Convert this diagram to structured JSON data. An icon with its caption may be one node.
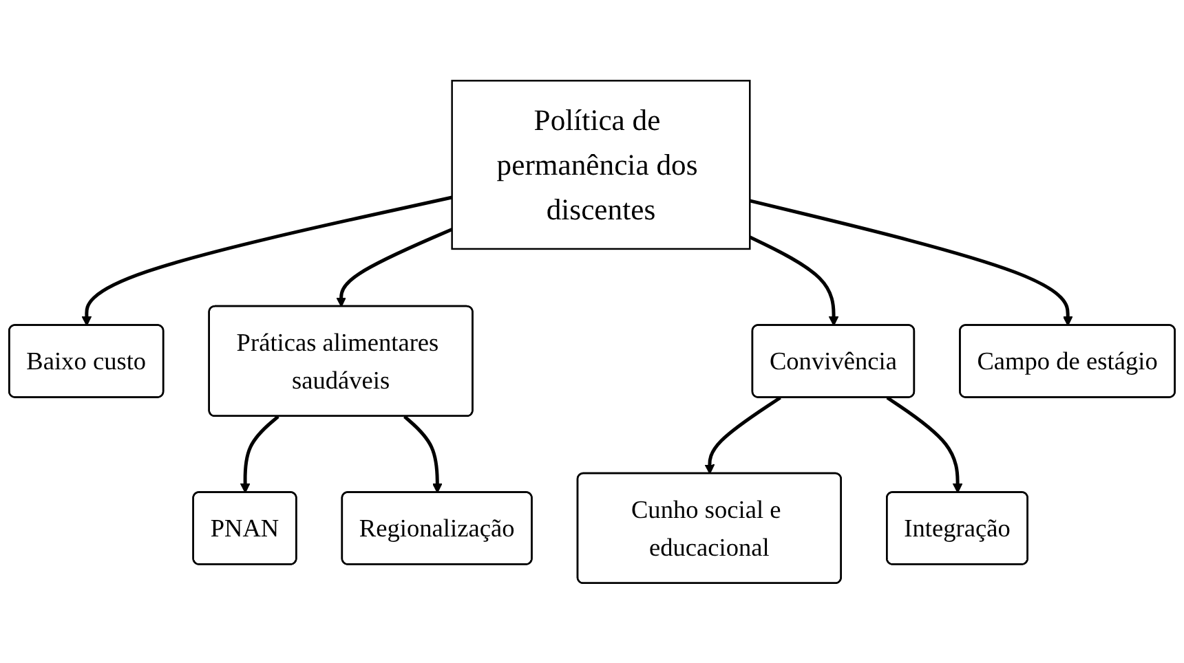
{
  "diagram": {
    "nodes": [
      {
        "text": [
          "Baixo custo"
        ]
      },
      {
        "text": [
          "PNAN"
        ]
      },
      {
        "text": [
          "Cunho social e educacional"
        ]
      },
      {
        "text": [
          "Práticas alimentares saudáveis"
        ]
      },
      {
        "text": [
          "Política de permanência dos discentes"
        ]
      },
      {
        "text": [
          "Convivência"
        ]
      },
      {
        "text": [
          "Regionalização"
        ]
      },
      {
        "text": [
          "Integração"
        ]
      },
      {
        "text": [
          "Campo de estágio"
        ]
      }
    ],
    "edges": [
      {
        "from": 4,
        "to": 0,
        "arrow": "to"
      },
      {
        "from": 4,
        "to": 3,
        "arrow": "to"
      },
      {
        "from": 4,
        "to": 5,
        "arrow": "to"
      },
      {
        "from": 4,
        "to": 8,
        "arrow": "to"
      },
      {
        "from": 3,
        "to": 1,
        "arrow": "to"
      },
      {
        "from": 3,
        "to": 6,
        "arrow": "to"
      },
      {
        "from": 5,
        "to": 2,
        "arrow": "to"
      },
      {
        "from": 5,
        "to": 7,
        "arrow": "to"
      }
    ]
  }
}
